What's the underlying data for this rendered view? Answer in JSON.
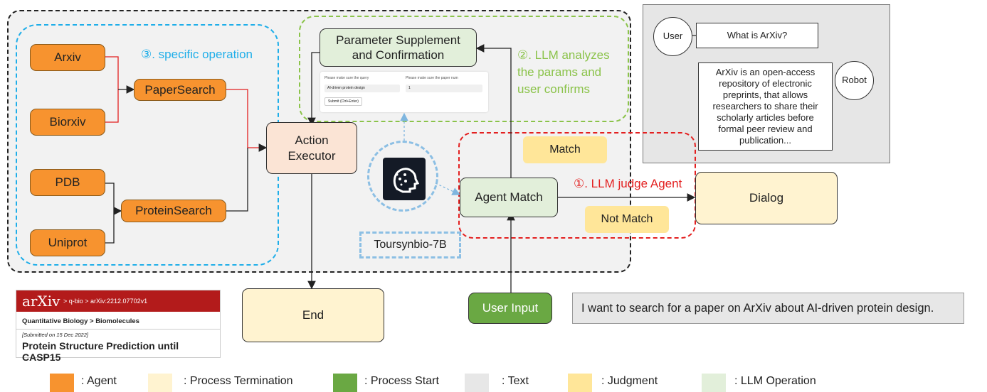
{
  "colors": {
    "agent": "#f7932f",
    "termination": "#fff3d0",
    "start": "#6aa843",
    "text": "#e7e7e7",
    "judgment": "#ffe699",
    "llm": "#e2efda",
    "blue_dash": "#1faee9",
    "green_dash": "#8bc34a",
    "red_dash": "#e32020"
  },
  "agents": {
    "arxiv": "Arxiv",
    "biorxiv": "Biorxiv",
    "pdb": "PDB",
    "uniprot": "Uniprot",
    "paper_search": "PaperSearch",
    "protein_search": "ProteinSearch"
  },
  "groups": {
    "specific_operation": "③. specific operation",
    "llm_analyzes": "②. LLM analyzes the params and user confirms",
    "llm_judge": "①. LLM judge Agent"
  },
  "nodes": {
    "param_supplement": "Parameter Supplement and Confirmation",
    "action_executor": "Action Executor",
    "agent_match": "Agent Match",
    "dialog": "Dialog",
    "end": "End",
    "user_input": "User Input",
    "match": "Match",
    "not_match": "Not Match",
    "model_name": "Toursynbio-7B"
  },
  "form_preview": {
    "query_label": "Please make sure the query",
    "query_value": "AI-driven protein design",
    "num_label": "Please make sure the paper num",
    "num_value": "1",
    "submit": "Submit (Ctrl+Enter)"
  },
  "chat": {
    "user_label": "User",
    "user_message": "What is ArXiv?",
    "robot_label": "Robot",
    "robot_message": "ArXiv is an open-access repository of electronic preprints, that allows researchers to share their scholarly articles before formal peer review and publication..."
  },
  "user_query": "I want to search for a paper on ArXiv about AI-driven protein design.",
  "arxiv_card": {
    "logo": "arXiv",
    "breadcrumb": "> q-bio > arXiv:2212.07702v1",
    "category": "Quantitative Biology > Biomolecules",
    "submitted": "[Submitted on 15 Dec 2022]",
    "title": "Protein Structure Prediction until CASP15"
  },
  "legend": [
    {
      "label": ": Agent",
      "color": "#f7932f"
    },
    {
      "label": ": Process Termination",
      "color": "#fff3d0"
    },
    {
      "label": ": Process Start",
      "color": "#6aa843"
    },
    {
      "label": ": Text",
      "color": "#e7e7e7"
    },
    {
      "label": ": Judgment",
      "color": "#ffe699"
    },
    {
      "label": ": LLM Operation",
      "color": "#e2efda"
    }
  ]
}
